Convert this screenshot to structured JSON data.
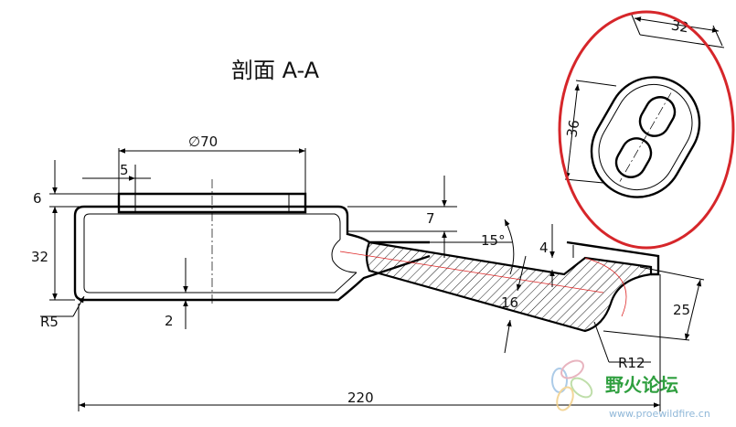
{
  "title": "剖面 A-A",
  "dimensions": {
    "diameter": "∅70",
    "wall": "5",
    "left_top": "6",
    "left_height": "32",
    "bottom_thickness": "2",
    "radius_left": "R5",
    "overall_length": "220",
    "step": "7",
    "angle": "15°",
    "lip": "4",
    "arm_thickness": "16",
    "radius_right": "R12",
    "right_height": "25",
    "detail_width": "32",
    "detail_length": "36"
  },
  "colors": {
    "line": "#000000",
    "highlight_ellipse": "#d6262a",
    "watermark_green": "#2f9f3f"
  },
  "watermark": {
    "name": "野火论坛",
    "url": "www.proewildfire.cn"
  }
}
